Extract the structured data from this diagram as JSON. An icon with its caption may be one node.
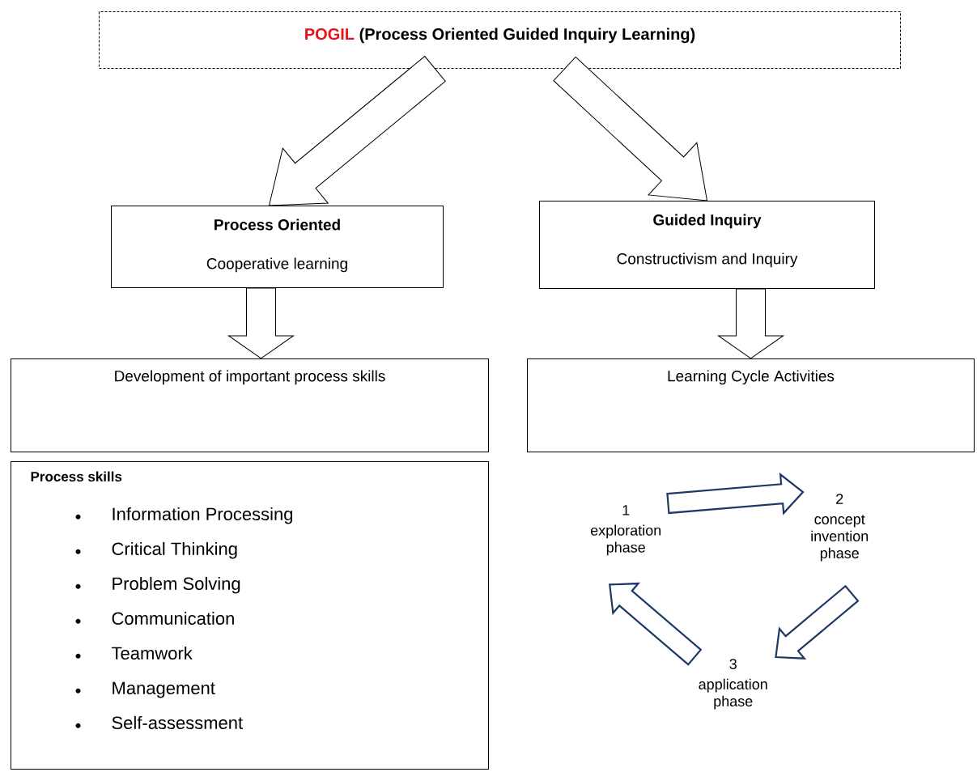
{
  "diagram": {
    "nodes": [
      {
        "text": [
          "POGIL",
          "(Process Oriented Guided Inquiry Learning)"
        ]
      },
      {
        "text": [
          "Process Oriented",
          "Cooperative learning"
        ]
      },
      {
        "text": [
          "Guided Inquiry",
          "Constructivism and Inquiry"
        ]
      },
      {
        "text": [
          "Development of important process skills"
        ]
      },
      {
        "text": [
          "Learning Cycle Activities"
        ]
      },
      {
        "text": [
          "Process skills",
          "Information Processing",
          "Critical Thinking",
          "Problem Solving",
          "Communication",
          "Teamwork",
          "Management",
          "Self-assessment"
        ]
      },
      {
        "text": [
          "1",
          "exploration phase"
        ]
      },
      {
        "text": [
          "2",
          "concept invention phase"
        ]
      },
      {
        "text": [
          "3",
          "application phase"
        ]
      }
    ],
    "edges": [
      {
        "from": 0,
        "to": 1,
        "arrow": "to"
      },
      {
        "from": 0,
        "to": 2,
        "arrow": "to"
      },
      {
        "from": 1,
        "to": 3,
        "arrow": "to"
      },
      {
        "from": 2,
        "to": 4,
        "arrow": "to"
      },
      {
        "from": 6,
        "to": 7,
        "arrow": "to",
        "color": "#1f3864"
      },
      {
        "from": 7,
        "to": 8,
        "arrow": "to",
        "color": "#1f3864"
      },
      {
        "from": 8,
        "to": 6,
        "arrow": "to",
        "color": "#1f3864"
      }
    ]
  }
}
